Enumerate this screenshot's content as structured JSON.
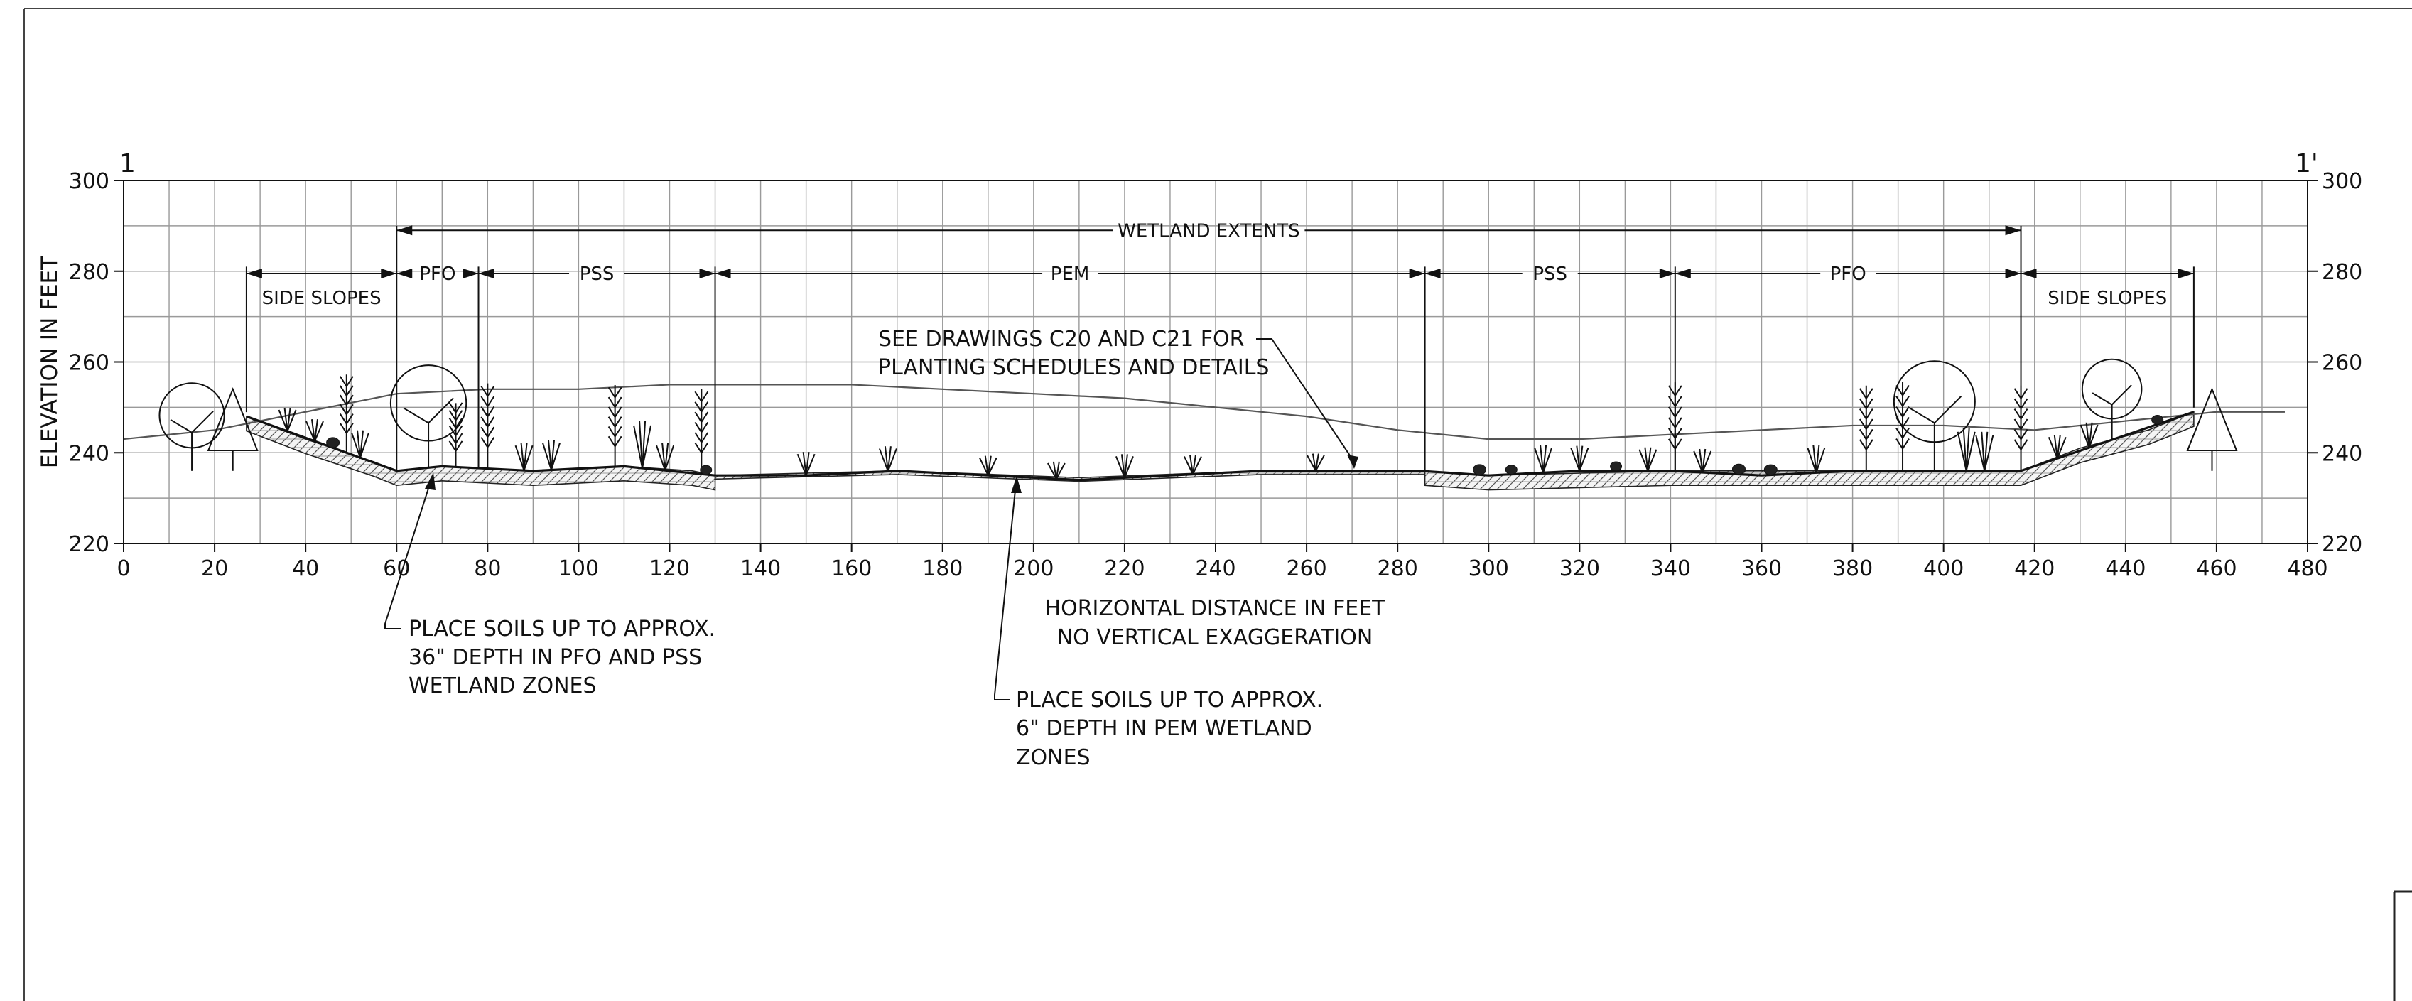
{
  "section": {
    "marker_left": "1",
    "marker_right": "1'",
    "y_axis_label": "ELEVATION IN FEET",
    "x_axis_title": "HORIZONTAL DISTANCE IN FEET",
    "x_axis_subtitle": "NO VERTICAL EXAGGERATION"
  },
  "chart_data": {
    "type": "line",
    "x_range": [
      0,
      480
    ],
    "y_range": [
      220,
      300
    ],
    "x_ticks": [
      "0",
      "20",
      "40",
      "60",
      "80",
      "100",
      "120",
      "140",
      "160",
      "180",
      "200",
      "220",
      "240",
      "260",
      "280",
      "300",
      "320",
      "340",
      "360",
      "380",
      "400",
      "420",
      "440",
      "460",
      "480"
    ],
    "y_ticks": [
      "220",
      "240",
      "260",
      "280",
      "300"
    ],
    "grid": true,
    "series": [
      {
        "role": "existing-grade",
        "x": [
          0,
          20,
          40,
          60,
          80,
          100,
          120,
          140,
          160,
          180,
          200,
          220,
          240,
          260,
          280,
          300,
          320,
          340,
          360,
          380,
          400,
          420,
          440,
          460,
          475
        ],
        "y": [
          243,
          245,
          249,
          253,
          254,
          254,
          255,
          255,
          255,
          254,
          253,
          252,
          250,
          248,
          245,
          243,
          243,
          244,
          245,
          246,
          246,
          245,
          247,
          249,
          249
        ]
      },
      {
        "role": "proposed-grade",
        "x": [
          27,
          60,
          70,
          90,
          110,
          130,
          150,
          170,
          190,
          210,
          230,
          250,
          270,
          285,
          300,
          320,
          340,
          360,
          380,
          400,
          417,
          455
        ],
        "y": [
          248,
          236,
          237,
          236,
          237,
          235,
          235,
          236,
          235,
          234,
          235,
          236,
          236,
          236,
          235,
          236,
          236,
          235,
          236,
          236,
          236,
          249
        ]
      }
    ]
  },
  "dimensions": {
    "wetland": {
      "label": "WETLAND EXTENTS",
      "from": 60,
      "to": 417,
      "elev": 289
    },
    "zones": [
      {
        "label": "SIDE SLOPES",
        "from": 27,
        "to": 60
      },
      {
        "label": "PFO",
        "from": 60,
        "to": 78
      },
      {
        "label": "PSS",
        "from": 78,
        "to": 130
      },
      {
        "label": "PEM",
        "from": 130,
        "to": 286
      },
      {
        "label": "PSS",
        "from": 286,
        "to": 341
      },
      {
        "label": "PFO",
        "from": 341,
        "to": 417
      },
      {
        "label": "SIDE SLOPES",
        "from": 417,
        "to": 455
      }
    ]
  },
  "notes": {
    "planting": [
      "SEE DRAWINGS C20 AND C21 FOR",
      "PLANTING SCHEDULES AND DETAILS"
    ],
    "soils_pfo": [
      "PLACE  SOILS UP TO APPROX.",
      "36\" DEPTH IN PFO AND PSS",
      "WETLAND ZONES"
    ],
    "soils_pem": [
      "PLACE  SOILS UP TO APPROX.",
      "6\" DEPTH IN PEM WETLAND",
      "ZONES"
    ]
  }
}
